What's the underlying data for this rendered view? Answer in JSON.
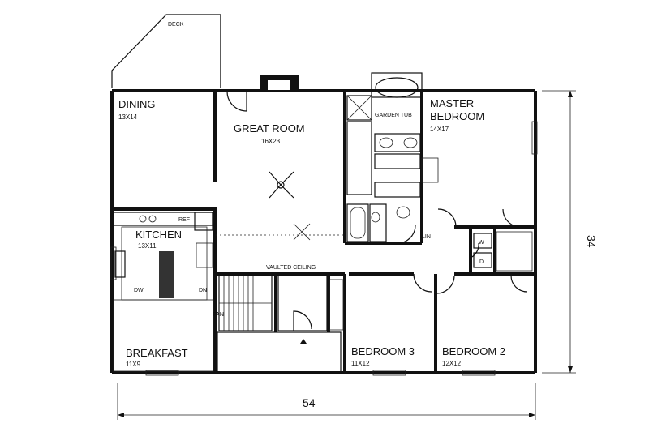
{
  "rooms": {
    "deck": {
      "name": "DECK"
    },
    "dining": {
      "name": "DINING",
      "dim": "13X14"
    },
    "great_room": {
      "name": "GREAT ROOM",
      "dim": "16X23"
    },
    "master": {
      "name1": "MASTER",
      "name2": "BEDROOM",
      "dim": "14X17"
    },
    "kitchen": {
      "name": "KITCHEN",
      "dim": "13X11"
    },
    "breakfast": {
      "name": "BREAKFAST",
      "dim": "11X9"
    },
    "bedroom3": {
      "name": "BEDROOM 3",
      "dim": "11X12"
    },
    "bedroom2": {
      "name": "BEDROOM 2",
      "dim": "12X12"
    }
  },
  "fixtures": {
    "garden_tub": "GARDEN TUB",
    "vaulted_ceiling": "VAULTED CEILING",
    "ref": "REF",
    "dw": "DW",
    "dn": "DN",
    "pan": "PAN",
    "lin": "LIN",
    "washer": "W",
    "dryer": "D"
  },
  "dimensions": {
    "width": "54",
    "depth": "34"
  },
  "colors": {
    "ink": "#111111",
    "paper": "#ffffff"
  }
}
